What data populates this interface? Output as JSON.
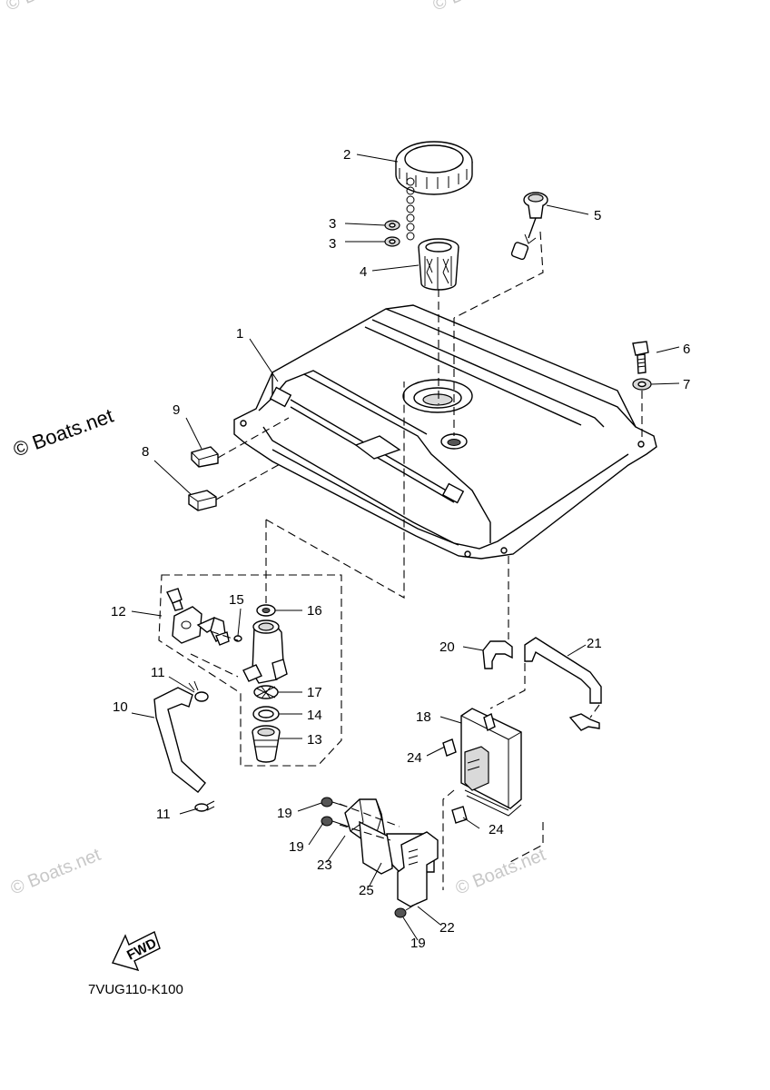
{
  "watermark": {
    "main": "© Boats.net",
    "faint": "© Boats.net"
  },
  "diagram_code": "7VUG110-K100",
  "fwd_label": "FWD",
  "callouts": {
    "c1": "1",
    "c2": "2",
    "c3a": "3",
    "c3b": "3",
    "c4": "4",
    "c5": "5",
    "c6": "6",
    "c7": "7",
    "c8": "8",
    "c9": "9",
    "c10": "10",
    "c11a": "11",
    "c11b": "11",
    "c12": "12",
    "c13": "13",
    "c14": "14",
    "c15": "15",
    "c16": "16",
    "c17": "17",
    "c18": "18",
    "c19a": "19",
    "c19b": "19",
    "c19c": "19",
    "c20": "20",
    "c21": "21",
    "c22": "22",
    "c23": "23",
    "c24a": "24",
    "c24b": "24",
    "c25": "25"
  }
}
